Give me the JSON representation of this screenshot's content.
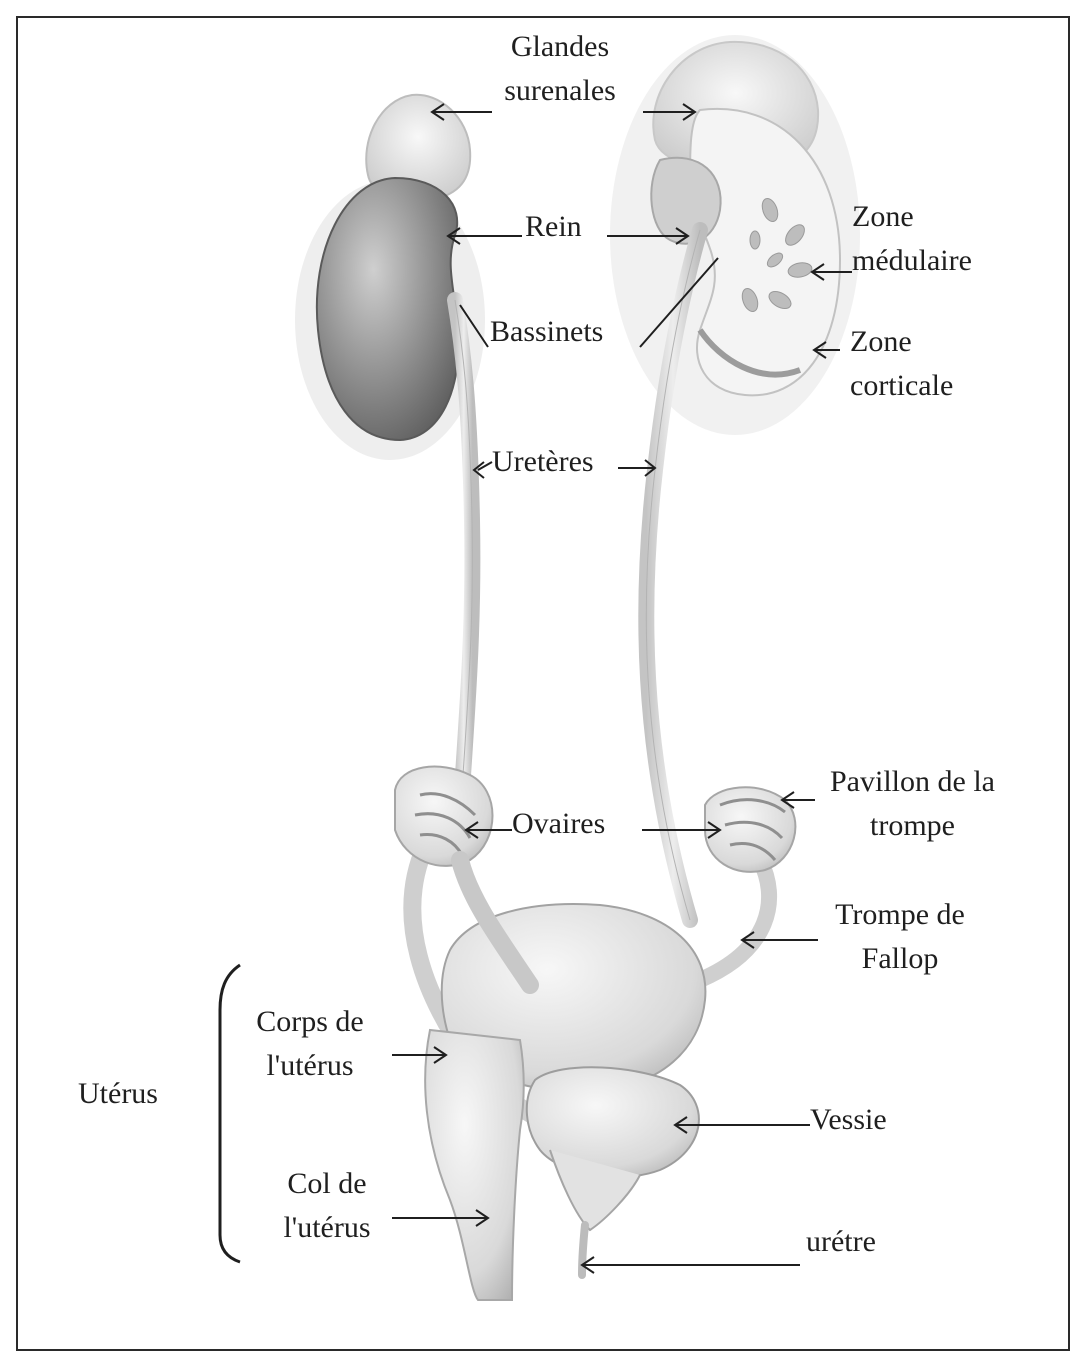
{
  "labels": {
    "glandes_l1": "Glandes",
    "glandes_l2": "surenales",
    "rein": "Rein",
    "zone_medulaire_l1": "Zone",
    "zone_medulaire_l2": "médulaire",
    "bassinets": "Bassinets",
    "zone_corticale_l1": "Zone",
    "zone_corticale_l2": "corticale",
    "ureteres": "Uretères",
    "pavillon_l1": "Pavillon de la",
    "pavillon_l2": "trompe",
    "ovaires": "Ovaires",
    "trompe_l1": "Trompe de",
    "trompe_l2": "Fallop",
    "corps_l1": "Corps de",
    "corps_l2": "l'utérus",
    "uterus": "Utérus",
    "vessie": "Vessie",
    "col_l1": "Col de",
    "col_l2": "l'utérus",
    "uretre": "urétre"
  },
  "colors": {
    "frame": "#2a2a2a",
    "organ_light": "#e4e4e4",
    "organ_mid": "#bdbdbd",
    "kidney_dark": "#6e6e6e",
    "line": "#1f1f1f"
  }
}
